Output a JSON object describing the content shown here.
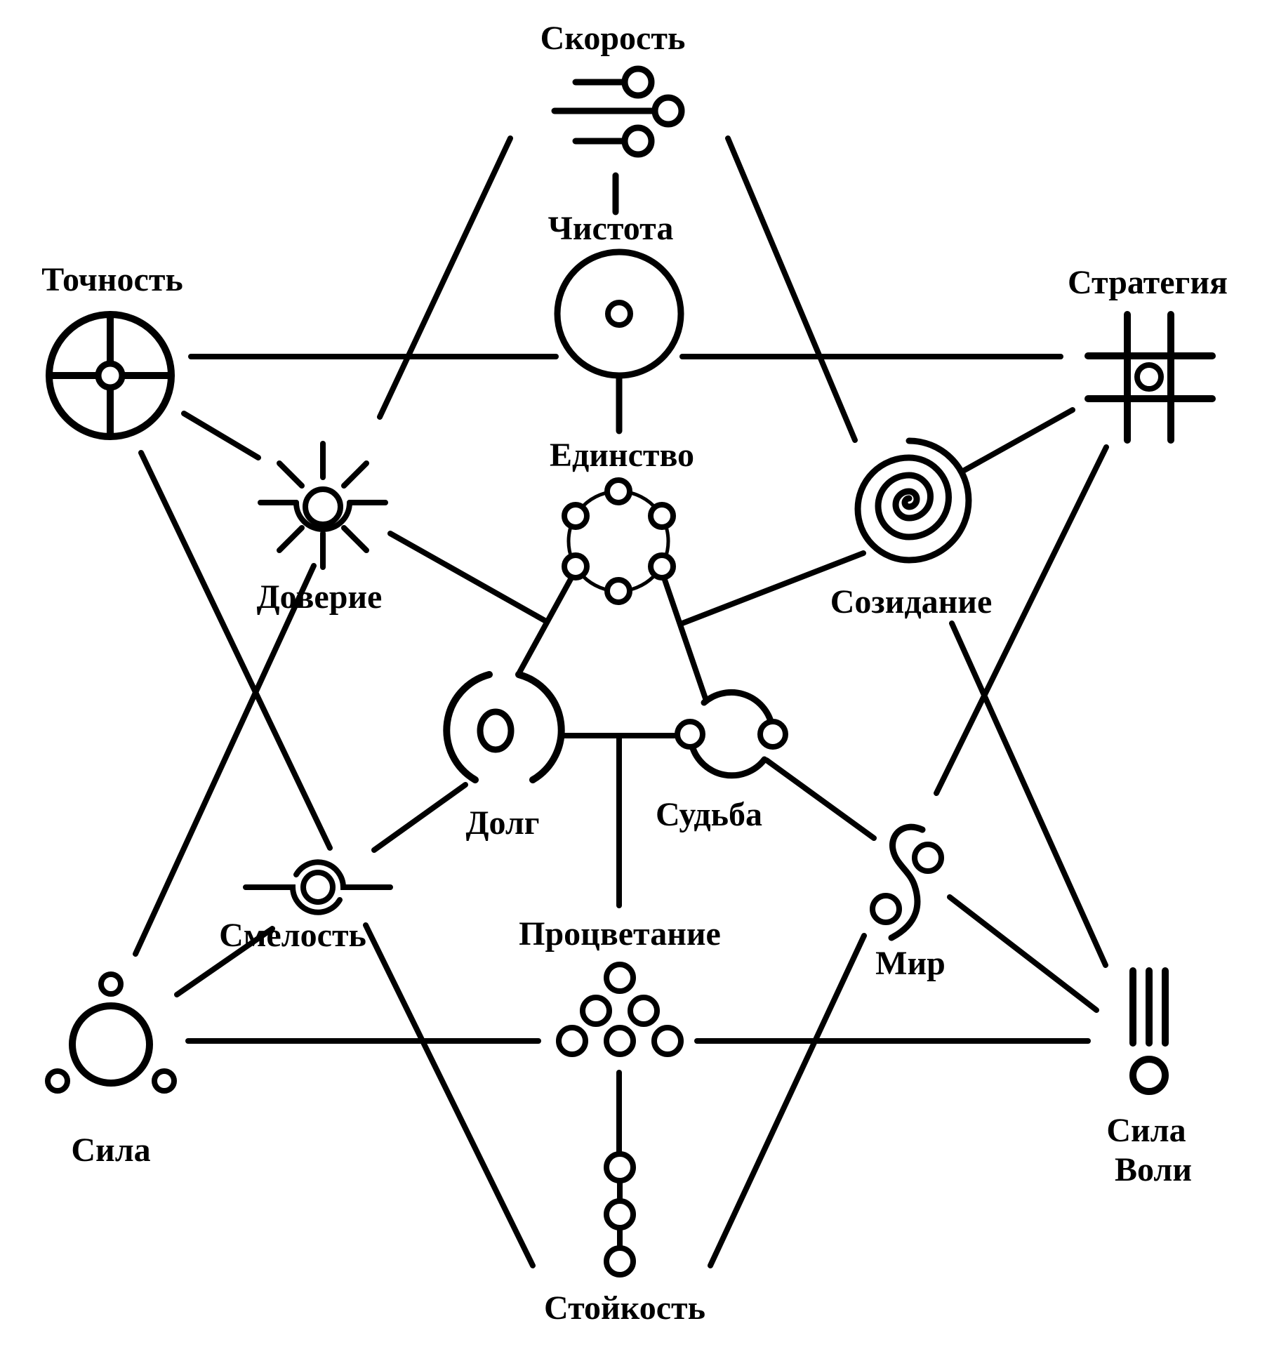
{
  "colors": {
    "ink": "#000000",
    "background": "#ffffff"
  },
  "nodes": {
    "skorost": {
      "label": "Скорость",
      "icon": "speed-lines-icon"
    },
    "chistota": {
      "label": "Чистота",
      "icon": "circle-dot-icon"
    },
    "tochnost": {
      "label": "Точность",
      "icon": "crosshair-icon"
    },
    "strategiya": {
      "label": "Стратегия",
      "icon": "grid-circle-icon"
    },
    "doverie": {
      "label": "Доверие",
      "icon": "sun-icon"
    },
    "edinstvo": {
      "label": "Единство",
      "icon": "circle-ring-icon"
    },
    "sozidanie": {
      "label": "Созидание",
      "icon": "spiral-icon"
    },
    "dolg": {
      "label": "Долг",
      "icon": "broken-circle-core-icon"
    },
    "sudba": {
      "label": "Судьба",
      "icon": "arc-orbits-icon"
    },
    "smelost": {
      "label": "Смелость",
      "icon": "eye-arcs-icon"
    },
    "protsvetanie": {
      "label": "Процветание",
      "icon": "circle-pyramid-icon"
    },
    "mir": {
      "label": "Мир",
      "icon": "s-curve-dots-icon"
    },
    "sila": {
      "label": "Сила",
      "icon": "triple-orbit-circle-icon"
    },
    "sila_voli": {
      "label": "Сила Воли",
      "lines": [
        "Сила",
        "Воли"
      ],
      "icon": "three-bars-circle-icon"
    },
    "stoykost": {
      "label": "Стойкость",
      "icon": "stacked-beads-icon"
    }
  },
  "connections": [
    "Точность — Стратегия",
    "Скорость — Сила",
    "Скорость — Сила Воли",
    "Точность — Стойкость",
    "Стратегия — Стойкость",
    "Сила — Сила Воли",
    "Скорость — Чистота",
    "Чистота — Единство",
    "Точность — Доверие",
    "Стратегия — Созидание",
    "Единство — Долг",
    "Единство — Судьба",
    "Доверие — Долг",
    "Созидание — Судьба",
    "Долг — Судьба",
    "Долг/Судьба — Процветание",
    "Процветание — Стойкость",
    "Смелость — Долг",
    "Судьба — Мир",
    "Сила — Смелость",
    "Мир — Сила Воли"
  ]
}
